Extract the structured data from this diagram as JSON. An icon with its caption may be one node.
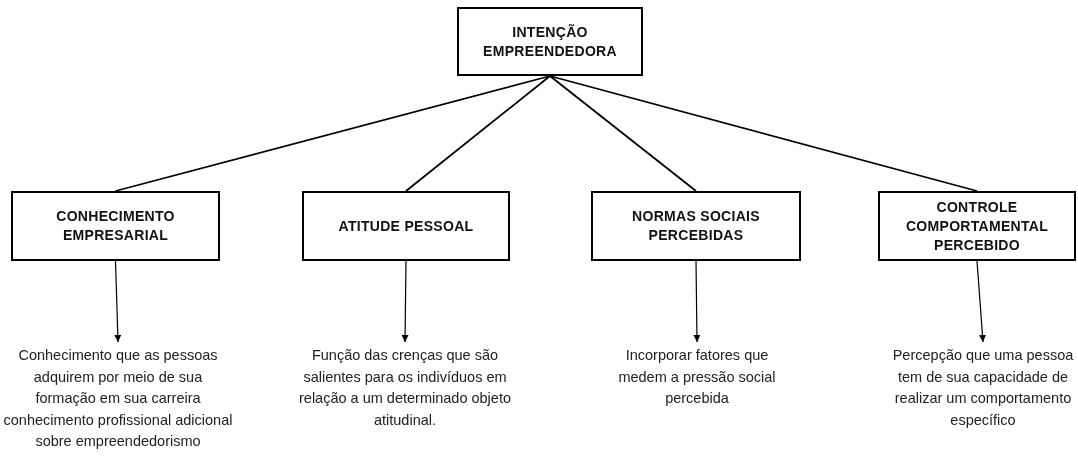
{
  "diagram": {
    "nodes": [
      {
        "text": [
          "INTENÇÃO EMPREENDEDORA"
        ]
      },
      {
        "text": [
          "CONHECIMENTO EMPRESARIAL"
        ]
      },
      {
        "text": [
          "ATITUDE PESSOAL"
        ]
      },
      {
        "text": [
          "NORMAS SOCIAIS PERCEBIDAS"
        ]
      },
      {
        "text": [
          "CONTROLE COMPORTAMENTAL PERCEBIDO"
        ]
      },
      {
        "text": [
          "Conhecimento que as pessoas adquirem por meio de sua formação em sua carreira conhecimento profissional adicional sobre empreendedorismo"
        ]
      },
      {
        "text": [
          "Função das crenças que são salientes para os indivíduos em relação a um determinado objeto atitudinal."
        ]
      },
      {
        "text": [
          "Incorporar fatores que medem a pressão social percebida"
        ]
      },
      {
        "text": [
          "Percepção que uma pessoa tem de sua capacidade de realizar um comportamento específico"
        ]
      }
    ],
    "edges": [
      {
        "from": 0,
        "to": 1,
        "arrow": "none"
      },
      {
        "from": 0,
        "to": 2,
        "arrow": "none"
      },
      {
        "from": 0,
        "to": 3,
        "arrow": "none"
      },
      {
        "from": 0,
        "to": 4,
        "arrow": "none"
      },
      {
        "from": 1,
        "to": 5,
        "arrow": "to"
      },
      {
        "from": 2,
        "to": 6,
        "arrow": "to"
      },
      {
        "from": 3,
        "to": 7,
        "arrow": "to"
      },
      {
        "from": 4,
        "to": 8,
        "arrow": "to"
      }
    ]
  }
}
